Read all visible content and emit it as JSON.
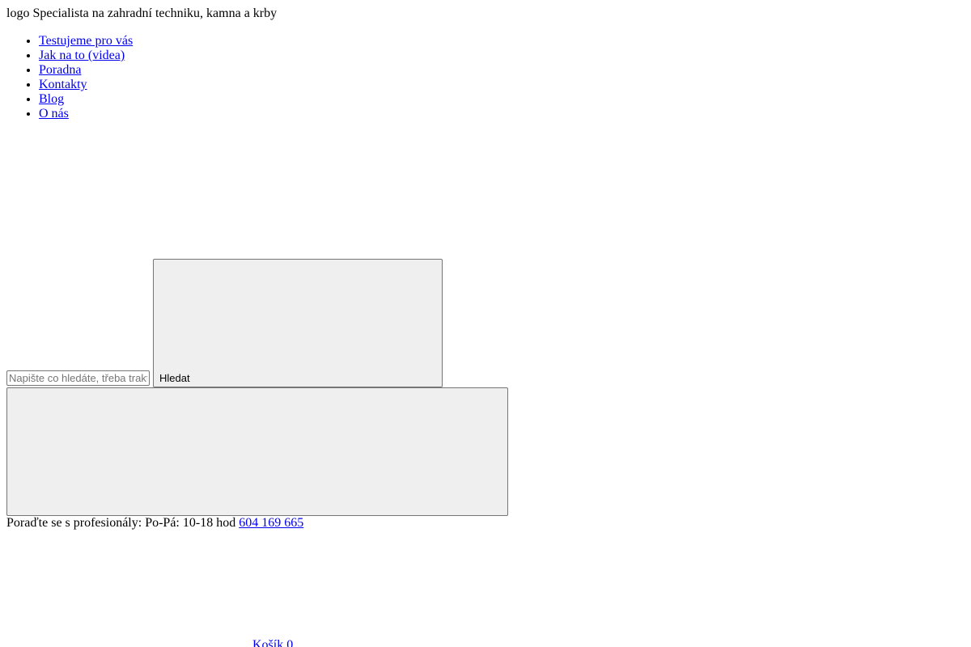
{
  "header": {
    "logo_alt": "logo",
    "tagline": "Specialista na zahradní techniku, kamna a krby"
  },
  "nav": {
    "items": [
      {
        "label": "Testujeme pro vás"
      },
      {
        "label": "Jak na to (videa)"
      },
      {
        "label": "Poradna"
      },
      {
        "label": "Kontakty"
      },
      {
        "label": "Blog"
      },
      {
        "label": "O nás"
      }
    ]
  },
  "search": {
    "placeholder": "Napište co hledáte, třeba traktor",
    "button_label": "Hledat"
  },
  "contact": {
    "text": "Poraďte se s profesionály: Po-Pá: 10-18 hod",
    "phone": "604 169 665"
  },
  "cart": {
    "label": "Košík",
    "count": "0"
  },
  "colors": {
    "link": "#0000ee",
    "button_bg": "#efefef",
    "border": "#767676"
  }
}
